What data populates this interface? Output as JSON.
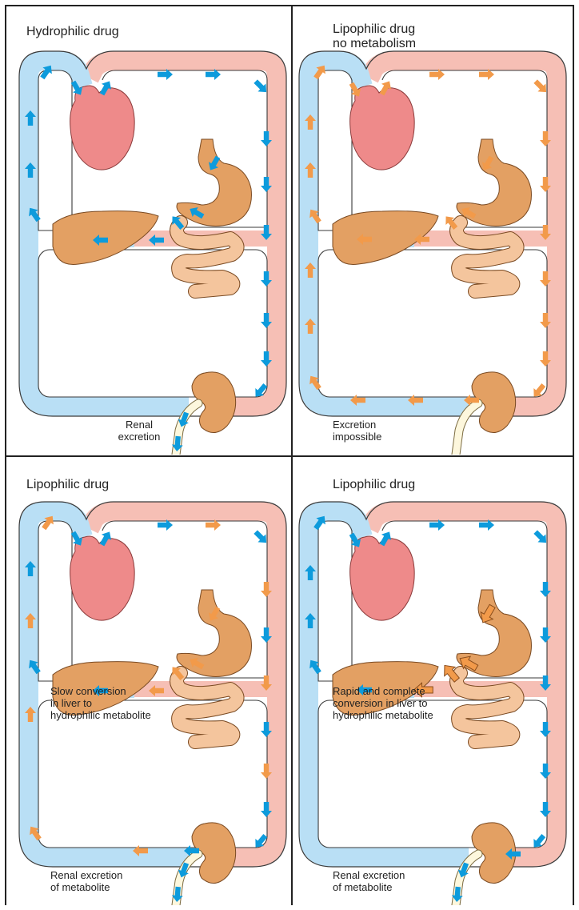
{
  "colors": {
    "venous": "#b9dff5",
    "arterial": "#f6bfb5",
    "organ": "#e3a063",
    "heart": "#ee8a8a",
    "urine": "#fdf7dd",
    "hydrophilic_arrow": "#0d9bdc",
    "lipophilic_arrow": "#f29a4a"
  },
  "legend_icons": [
    "heart-icon",
    "liver-icon",
    "stomach-icon",
    "intestine-icon",
    "kidney-icon",
    "ureter-icon"
  ],
  "panels": [
    {
      "title": "Hydrophilic drug",
      "caption": "Renal\nexcretion",
      "drug_state": "hydrophilic",
      "excretion": true
    },
    {
      "title": "Lipophilic drug\nno metabolism",
      "caption": "Excretion\nimpossible",
      "drug_state": "lipophilic",
      "excretion": false
    },
    {
      "title": "Lipophilic drug",
      "note": "Slow conversion\nin liver to\nhydrophilic metabolite",
      "caption": "Renal excretion\nof metabolite",
      "drug_state": "slow conversion",
      "excretion": true
    },
    {
      "title": "Lipophilic drug",
      "note": "Rapid and complete\nconversion in liver to\nhydrophilic metabolite",
      "caption": "Renal excretion\nof metabolite",
      "drug_state": "rapid conversion",
      "excretion": true
    }
  ]
}
